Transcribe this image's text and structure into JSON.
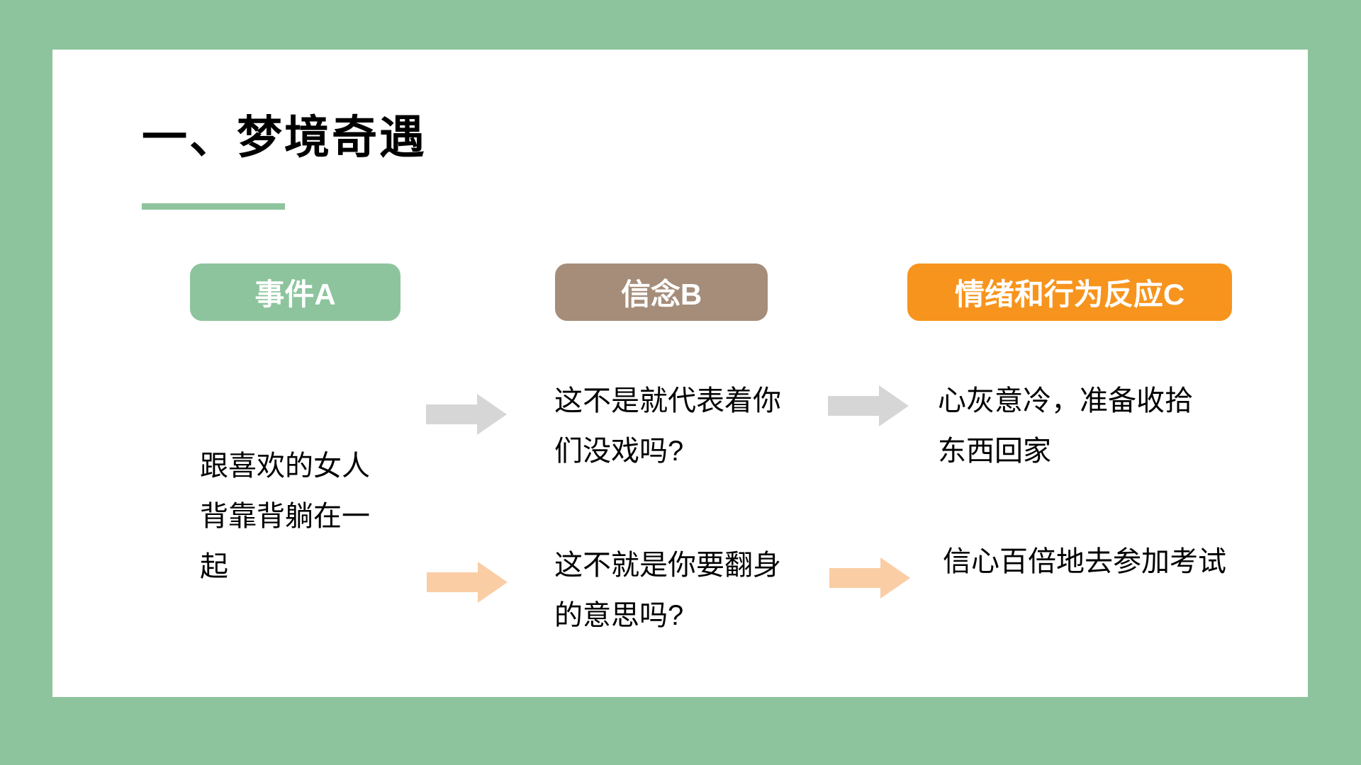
{
  "slide": {
    "title": "一、梦境奇遇",
    "headers": [
      {
        "label": "事件A",
        "color": "#8DC49D"
      },
      {
        "label": "信念B",
        "color": "#A58D7A"
      },
      {
        "label": "情绪和行为反应C",
        "color": "#F7941D"
      }
    ],
    "event": {
      "text": "跟喜欢的女人背靠背躺在一起"
    },
    "paths": [
      {
        "belief": "这不是就代表着你们没戏吗?",
        "consequence": "心灰意冷，准备收拾东西回家",
        "arrow_color": "#D6D6D6"
      },
      {
        "belief": "这不就是你要翻身的意思吗?",
        "consequence": "信心百倍地去参加考试",
        "arrow_color": "#FACDA5"
      }
    ],
    "colors": {
      "background": "#8DC49D",
      "canvas": "#FFFFFF",
      "title_underline": "#8DC49D",
      "text": "#000000"
    }
  }
}
